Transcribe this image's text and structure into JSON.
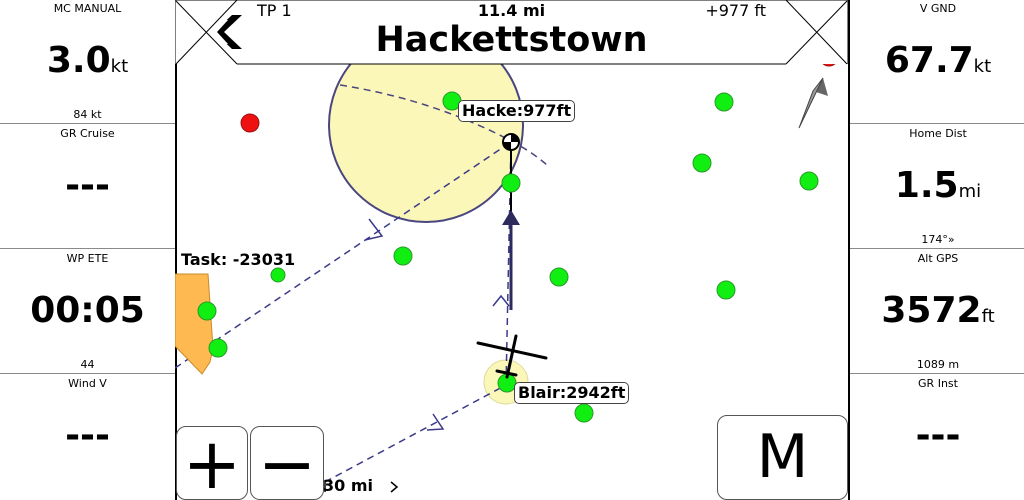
{
  "left_infoboxes": [
    {
      "title": "MC MANUAL",
      "value": "3.0",
      "unit": "kt",
      "comment": "84 kt"
    },
    {
      "title": "GR Cruise",
      "value": "---",
      "unit": "",
      "comment": ""
    },
    {
      "title": "WP ETE",
      "value": "00:05",
      "unit": "",
      "comment": "44"
    },
    {
      "title": "Wind V",
      "value": "---",
      "unit": "",
      "comment": ""
    }
  ],
  "right_infoboxes": [
    {
      "title": "V GND",
      "value": "67.7",
      "unit": "kt",
      "comment": ""
    },
    {
      "title": "Home Dist",
      "value": "1.5",
      "unit": "mi",
      "comment": "174°»"
    },
    {
      "title": "Alt GPS",
      "value": "3572",
      "unit": "ft",
      "comment": "1089 m"
    },
    {
      "title": "GR Inst",
      "value": "---",
      "unit": "",
      "comment": ""
    }
  ],
  "nav_header": {
    "turnpoint": "TP 1",
    "distance": "11.4 mi",
    "altitude_diff": "+977 ft",
    "waypoint_name": "Hackettstown"
  },
  "map": {
    "waypoint_labels": [
      "Hacke:977ft",
      "Blair:2942ft"
    ],
    "task_label": "Task: -23031",
    "scale_label": "30 mi",
    "icons": [
      "previous-waypoint-arrow-icon",
      "next-waypoint-arrow-icon",
      "north-arrow-icon",
      "glider-icon"
    ]
  },
  "buttons": {
    "zoom_in": "+",
    "zoom_out": "−",
    "menu": "M"
  },
  "colors": {
    "landable_green": "#11ee11",
    "unreachable_red": "#ee1111",
    "airspace_fill": "#fbf7b8",
    "airspace_border": "#4a4680",
    "task_line": "#3b3a8a",
    "final_glide_bar": "#ffb951"
  }
}
